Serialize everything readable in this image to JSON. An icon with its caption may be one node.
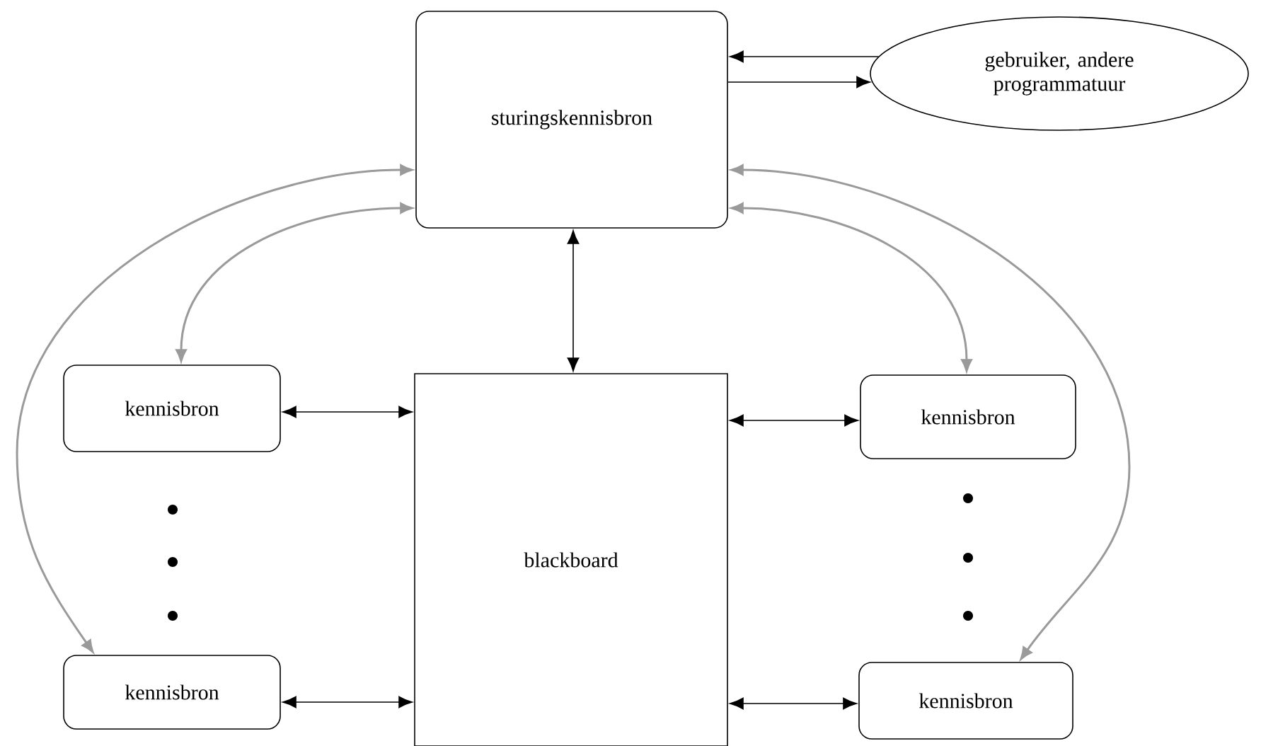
{
  "diagram": {
    "nodes": [
      {
        "text": [
          "sturingskennisbron"
        ]
      },
      {
        "text": [
          "gebruiker, andere programmatuur"
        ]
      },
      {
        "text": [
          "blackboard"
        ]
      },
      {
        "text": [
          "kennisbron"
        ]
      },
      {
        "text": [
          "kennisbron"
        ]
      },
      {
        "text": [
          "kennisbron"
        ]
      },
      {
        "text": [
          "kennisbron"
        ]
      }
    ],
    "edges": [
      {
        "from": 1,
        "to": 0,
        "arrow": "to"
      },
      {
        "from": 0,
        "to": 1,
        "arrow": "to"
      },
      {
        "from": 0,
        "to": 2,
        "arrow": "both"
      },
      {
        "from": 3,
        "to": 2,
        "arrow": "both"
      },
      {
        "from": 4,
        "to": 2,
        "arrow": "both"
      },
      {
        "from": 2,
        "to": 5,
        "arrow": "both"
      },
      {
        "from": 2,
        "to": 6,
        "arrow": "both"
      },
      {
        "from": 0,
        "to": 4,
        "arrow": "both",
        "color": "#9a9a9a"
      },
      {
        "from": 0,
        "to": 3,
        "arrow": "both",
        "color": "#9a9a9a"
      },
      {
        "from": 0,
        "to": 5,
        "arrow": "both",
        "color": "#9a9a9a"
      },
      {
        "from": 0,
        "to": 6,
        "arrow": "both",
        "color": "#9a9a9a"
      }
    ]
  }
}
